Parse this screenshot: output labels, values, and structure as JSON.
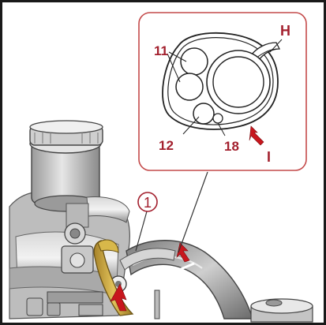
{
  "callouts": {
    "part_11": "11",
    "part_12": "12",
    "part_18": "18",
    "point_h": "H",
    "direction_i": "I",
    "marker_1": "1"
  },
  "colors": {
    "accent_red": "#a3202e",
    "arrow_red": "#c8161d",
    "hose_yellow": "#c9a53a",
    "detail_border": "#c44a4a",
    "frame_border": "#1a1a1a"
  },
  "icons": {
    "arrow": "red-direction-arrow",
    "marker": "circled-number"
  }
}
